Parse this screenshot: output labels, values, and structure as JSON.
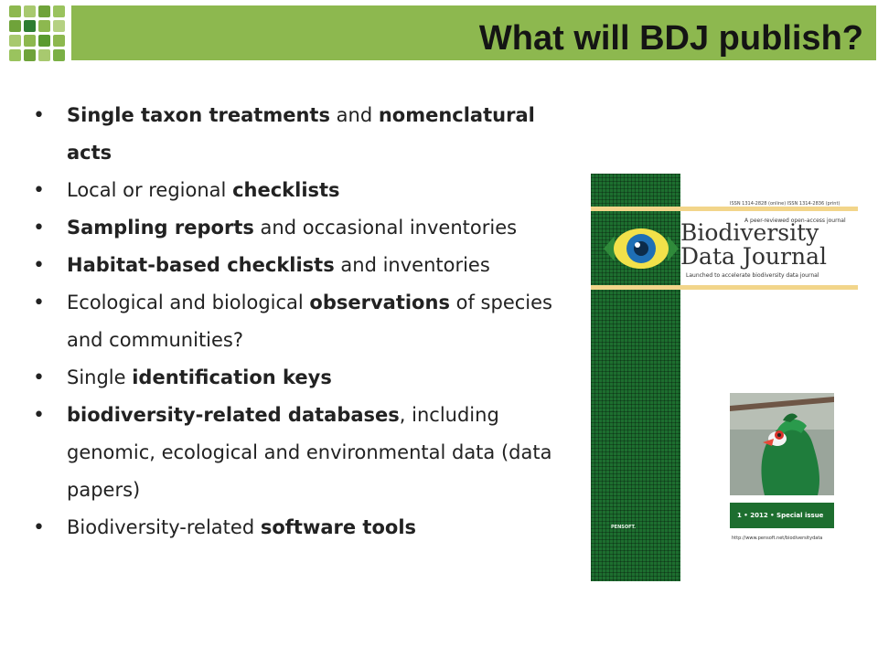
{
  "header": {
    "title": "What will BDJ publish?",
    "bar_color": "#8db84f",
    "logo_icon": "green-square-grid-logo"
  },
  "bullets": [
    {
      "parts": [
        {
          "text": "Single taxon treatments",
          "bold": true
        },
        {
          "text": " and ",
          "bold": false
        },
        {
          "text": "nomenclatural acts",
          "bold": true
        }
      ]
    },
    {
      "parts": [
        {
          "text": "Local or regional ",
          "bold": false
        },
        {
          "text": "checklists",
          "bold": true
        }
      ]
    },
    {
      "parts": [
        {
          "text": "Sampling reports",
          "bold": true
        },
        {
          "text": " and occasional inventories",
          "bold": false
        }
      ]
    },
    {
      "parts": [
        {
          "text": "Habitat-based checklists",
          "bold": true
        },
        {
          "text": " and inventories",
          "bold": false
        }
      ]
    },
    {
      "parts": [
        {
          "text": "Ecological and biological ",
          "bold": false
        },
        {
          "text": "observations",
          "bold": true
        },
        {
          "text": " of species and communities?",
          "bold": false
        }
      ]
    },
    {
      "parts": [
        {
          "text": "Single ",
          "bold": false
        },
        {
          "text": "identification keys",
          "bold": true
        }
      ]
    },
    {
      "parts": [
        {
          "text": "biodiversity-related databases",
          "bold": true
        },
        {
          "text": ", including genomic, ecological and environmental data (data papers)",
          "bold": false
        }
      ]
    },
    {
      "parts": [
        {
          "text": "Biodiversity-related ",
          "bold": false
        },
        {
          "text": "software tools",
          "bold": true
        }
      ]
    }
  ],
  "cover": {
    "issn": "ISSN 1314-2828 (online) ISSN 1314-2836 (print)",
    "tagline": "A peer-reviewed open-access journal",
    "name_line1": "Biodiversity",
    "name_line2": "Data Journal",
    "subtitle": "Launched to accelerate biodiversity data journal",
    "issue": "1 • 2012 • Special issue",
    "url": "http://www.pensoft.net/biodiversitydata",
    "publisher": "PENSOFT.",
    "colors": {
      "green": "#1d6e2f",
      "band": "#f2d58a"
    },
    "icons": [
      "eye-logo-icon",
      "turaco-bird-photo"
    ]
  }
}
